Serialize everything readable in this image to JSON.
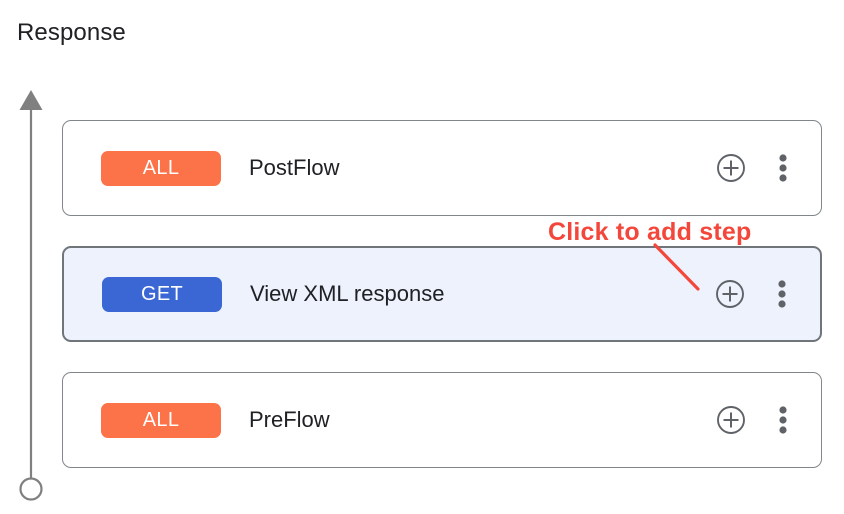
{
  "section": {
    "title": "Response"
  },
  "flow_axis": {
    "name": "flow-direction-arrow",
    "color": "#808080",
    "direction": "upward",
    "start_marker": "circle",
    "end_marker": "arrowhead"
  },
  "colors": {
    "badge_all": "#fc7249",
    "badge_get": "#3a67d4",
    "selected_row_bg": "#edf2fd",
    "row_border": "#80868b",
    "icon_gray": "#5f6368",
    "annotation_red": "#f4473b",
    "text": "#202124"
  },
  "rows": [
    {
      "method": "ALL",
      "method_style": "all",
      "label": "PostFlow",
      "selected": false,
      "add_icon": "plus-circle-icon",
      "menu_icon": "more-vertical-icon"
    },
    {
      "method": "GET",
      "method_style": "get",
      "label": "View XML response",
      "selected": true,
      "add_icon": "plus-circle-icon",
      "menu_icon": "more-vertical-icon"
    },
    {
      "method": "ALL",
      "method_style": "all",
      "label": "PreFlow",
      "selected": false,
      "add_icon": "plus-circle-icon",
      "menu_icon": "more-vertical-icon"
    }
  ],
  "annotation": {
    "text": "Click to add step",
    "color": "#f4473b",
    "points_to": "add-step-button-on-get-row"
  }
}
